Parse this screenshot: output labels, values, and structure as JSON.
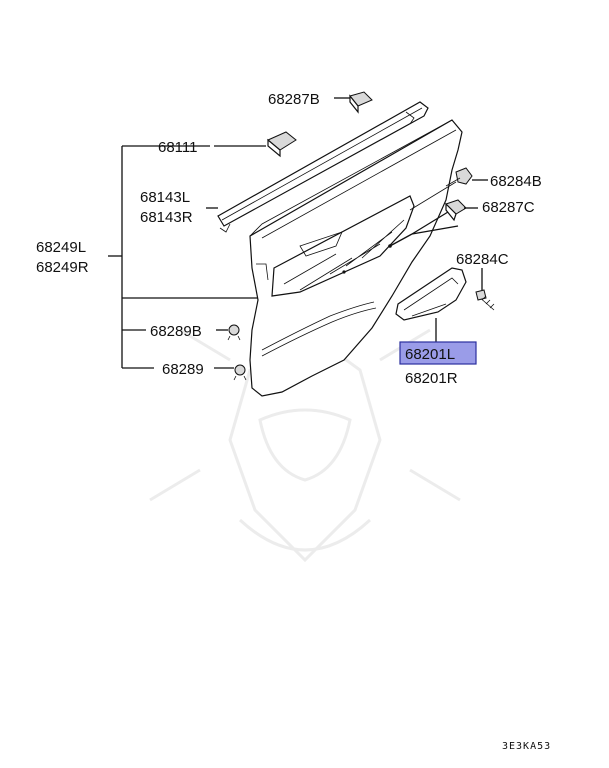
{
  "labels": {
    "p68287B": "68287B",
    "p68111": "68111",
    "p68143L": "68143L",
    "p68143R": "68143R",
    "p68249L": "68249L",
    "p68249R": "68249R",
    "p68284B": "68284B",
    "p68287C": "68287C",
    "p68284C": "68284C",
    "p68289B": "68289B",
    "p68289": "68289",
    "p68201L": "68201L",
    "p68201R": "68201R"
  },
  "diagram_code": "3E3KA53",
  "colors": {
    "highlight_fill": "#9a9ce8",
    "highlight_stroke": "#2b2f9e",
    "line": "#111111",
    "watermark": "#ececec"
  }
}
